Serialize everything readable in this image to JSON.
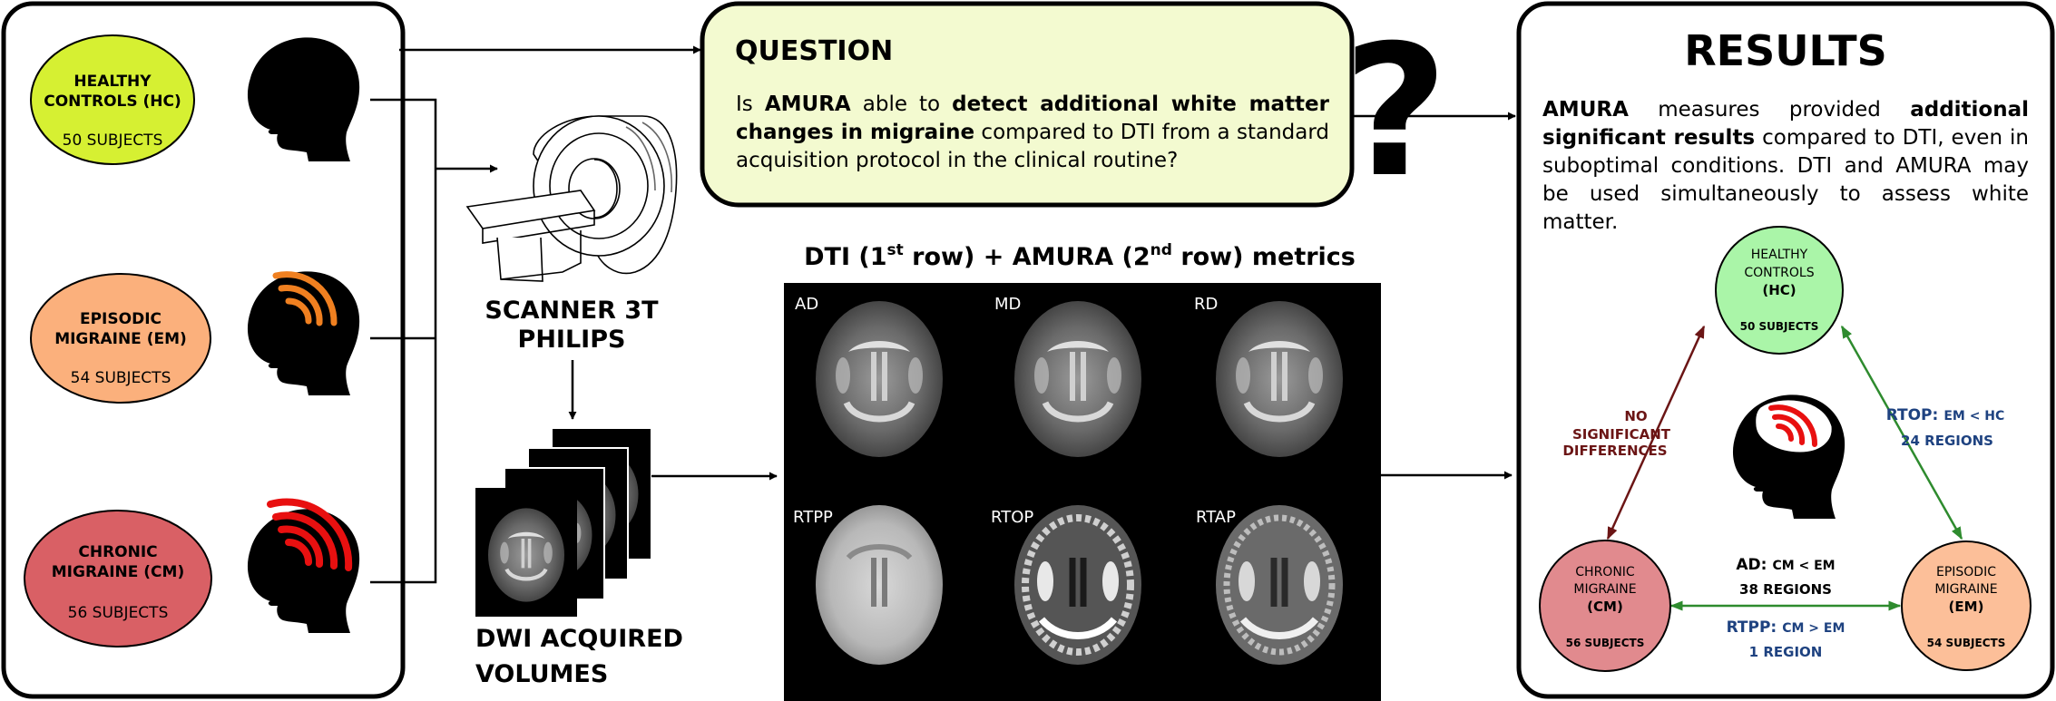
{
  "groups": [
    {
      "label_line1": "HEALTHY",
      "label_line2": "CONTROLS (HC)",
      "subjects": "50 SUBJECTS",
      "color": "#d6f032"
    },
    {
      "label_line1": "EPISODIC",
      "label_line2": "MIGRAINE (EM)",
      "subjects": "54 SUBJECTS",
      "color": "#fbb07c"
    },
    {
      "label_line1": "CHRONIC",
      "label_line2": "MIGRAINE (CM)",
      "subjects": "56 SUBJECTS",
      "color": "#d96065"
    }
  ],
  "scanner": {
    "line1": "SCANNER 3T",
    "line2": "PHILIPS"
  },
  "dwi": {
    "line1": "DWI ACQUIRED",
    "line2": "VOLUMES"
  },
  "question": {
    "title": "QUESTION",
    "mark": "?",
    "parts": [
      {
        "text": "Is ",
        "bold": false
      },
      {
        "text": "AMURA",
        "bold": true
      },
      {
        "text": " able to ",
        "bold": false
      },
      {
        "text": "detect additional white matter changes in migraine",
        "bold": true
      },
      {
        "text": " compared to DTI from a standard acquisition protocol in the clinical routine?",
        "bold": false
      }
    ]
  },
  "metrics": {
    "title_a": "DTI (1",
    "title_sup1": "st",
    "title_b": " row) + AMURA (2",
    "title_sup2": "nd",
    "title_c": " row) metrics",
    "labels": [
      "AD",
      "MD",
      "RD",
      "RTPP",
      "RTOP",
      "RTAP"
    ]
  },
  "results": {
    "title": "RESULTS",
    "parts": [
      {
        "text": "AMURA",
        "bold": true
      },
      {
        "text": " measures provided ",
        "bold": false
      },
      {
        "text": "additional significant results",
        "bold": true
      },
      {
        "text": " compared to DTI, even in suboptimal conditions. DTI and AMURA may be used simultaneously to assess white matter.",
        "bold": false
      }
    ],
    "hc": {
      "l1": "HEALTHY",
      "l2": "CONTROLS",
      "l3": "(HC)",
      "subjects": "50 SUBJECTS",
      "color": "#aaf5a8"
    },
    "em": {
      "l1": "EPISODIC",
      "l2": "MIGRAINE",
      "l3": "(EM)",
      "subjects": "54 SUBJECTS",
      "color": "#fcbf99"
    },
    "cm": {
      "l1": "CHRONIC",
      "l2": "MIGRAINE",
      "l3": "(CM)",
      "subjects": "56 SUBJECTS",
      "color": "#e18a8e"
    },
    "no_sig": {
      "l1": "NO",
      "l2": "SIGNIFICANT",
      "l3": "DIFFERENCES",
      "color": "#6b1515"
    },
    "rtop": {
      "key": "RTOP:",
      "cmp": "EM < HC",
      "regions": "24 REGIONS",
      "color": "#1e4280"
    },
    "ad": {
      "key": "AD:",
      "cmp": "CM < EM",
      "regions": "38 REGIONS"
    },
    "rtpp": {
      "key": "RTPP:",
      "cmp": "CM > EM",
      "regions": "1 REGION",
      "color": "#1e4280"
    }
  }
}
